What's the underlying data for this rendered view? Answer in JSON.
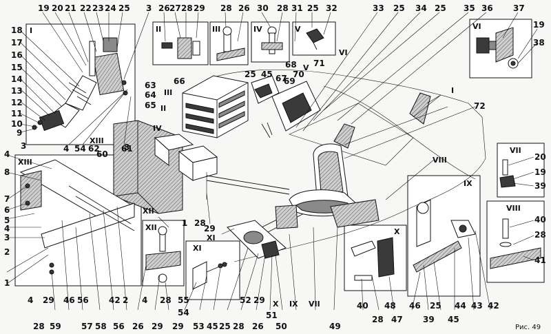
{
  "figure": {
    "caption": "Рис. 49"
  },
  "insets": [
    {
      "id": "I",
      "numerals": "I"
    },
    {
      "id": "II",
      "numerals": "II"
    },
    {
      "id": "III",
      "numerals": "III"
    },
    {
      "id": "IV",
      "numerals": "IV"
    },
    {
      "id": "V",
      "numerals": "V"
    },
    {
      "id": "VI",
      "numerals": "VI"
    },
    {
      "id": "VII",
      "numerals": "VII"
    },
    {
      "id": "VIII",
      "numerals": "VIII"
    },
    {
      "id": "IX",
      "numerals": "IX"
    },
    {
      "id": "X",
      "numerals": "X"
    },
    {
      "id": "XI",
      "numerals": "XI"
    },
    {
      "id": "XII",
      "numerals": "XII"
    },
    {
      "id": "XIII",
      "numerals": "XIII"
    }
  ],
  "callouts": [
    {
      "t": "19"
    },
    {
      "t": "20"
    },
    {
      "t": "21"
    },
    {
      "t": "22"
    },
    {
      "t": "23"
    },
    {
      "t": "24"
    },
    {
      "t": "25"
    },
    {
      "t": "3"
    },
    {
      "t": "26"
    },
    {
      "t": "27"
    },
    {
      "t": "28"
    },
    {
      "t": "29"
    },
    {
      "t": "28"
    },
    {
      "t": "26"
    },
    {
      "t": "30"
    },
    {
      "t": "28"
    },
    {
      "t": "31"
    },
    {
      "t": "25"
    },
    {
      "t": "32"
    },
    {
      "t": "33"
    },
    {
      "t": "25"
    },
    {
      "t": "34"
    },
    {
      "t": "25"
    },
    {
      "t": "35"
    },
    {
      "t": "36"
    },
    {
      "t": "37"
    },
    {
      "t": "19"
    },
    {
      "t": "38"
    },
    {
      "t": "18"
    },
    {
      "t": "17"
    },
    {
      "t": "16"
    },
    {
      "t": "15"
    },
    {
      "t": "14"
    },
    {
      "t": "13"
    },
    {
      "t": "12"
    },
    {
      "t": "11"
    },
    {
      "t": "10"
    },
    {
      "t": "9"
    },
    {
      "t": "4"
    },
    {
      "t": "54"
    },
    {
      "t": "62"
    },
    {
      "t": "3"
    },
    {
      "t": "63"
    },
    {
      "t": "64"
    },
    {
      "t": "65"
    },
    {
      "t": "66"
    },
    {
      "t": "II"
    },
    {
      "t": "III"
    },
    {
      "t": "25"
    },
    {
      "t": "45"
    },
    {
      "t": "67"
    },
    {
      "t": "68"
    },
    {
      "t": "69"
    },
    {
      "t": "70"
    },
    {
      "t": "71"
    },
    {
      "t": "VI"
    },
    {
      "t": "V"
    },
    {
      "t": "I"
    },
    {
      "t": "72"
    },
    {
      "t": "IV"
    },
    {
      "t": "61"
    },
    {
      "t": "XIII"
    },
    {
      "t": "60"
    },
    {
      "t": "4"
    },
    {
      "t": "3"
    },
    {
      "t": "8"
    },
    {
      "t": "7"
    },
    {
      "t": "6"
    },
    {
      "t": "5"
    },
    {
      "t": "4"
    },
    {
      "t": "3"
    },
    {
      "t": "2"
    },
    {
      "t": "1"
    },
    {
      "t": "VIII"
    },
    {
      "t": "20"
    },
    {
      "t": "19"
    },
    {
      "t": "39"
    },
    {
      "t": "XII"
    },
    {
      "t": "1"
    },
    {
      "t": "28"
    },
    {
      "t": "29"
    },
    {
      "t": "XI"
    },
    {
      "t": "40"
    },
    {
      "t": "28"
    },
    {
      "t": "41"
    },
    {
      "t": "4"
    },
    {
      "t": "29"
    },
    {
      "t": "28"
    },
    {
      "t": "59"
    },
    {
      "t": "46"
    },
    {
      "t": "57"
    },
    {
      "t": "56"
    },
    {
      "t": "58"
    },
    {
      "t": "42"
    },
    {
      "t": "56"
    },
    {
      "t": "2"
    },
    {
      "t": "26"
    },
    {
      "t": "4"
    },
    {
      "t": "29"
    },
    {
      "t": "28"
    },
    {
      "t": "29"
    },
    {
      "t": "55"
    },
    {
      "t": "54"
    },
    {
      "t": "53"
    },
    {
      "t": "45"
    },
    {
      "t": "25"
    },
    {
      "t": "28"
    },
    {
      "t": "52"
    },
    {
      "t": "29"
    },
    {
      "t": "26"
    },
    {
      "t": "51"
    },
    {
      "t": "X"
    },
    {
      "t": "50"
    },
    {
      "t": "IX"
    },
    {
      "t": "VII"
    },
    {
      "t": "49"
    },
    {
      "t": "40"
    },
    {
      "t": "28"
    },
    {
      "t": "48"
    },
    {
      "t": "47"
    },
    {
      "t": "46"
    },
    {
      "t": "25"
    },
    {
      "t": "39"
    },
    {
      "t": "45"
    },
    {
      "t": "44"
    },
    {
      "t": "43"
    },
    {
      "t": "42"
    }
  ]
}
